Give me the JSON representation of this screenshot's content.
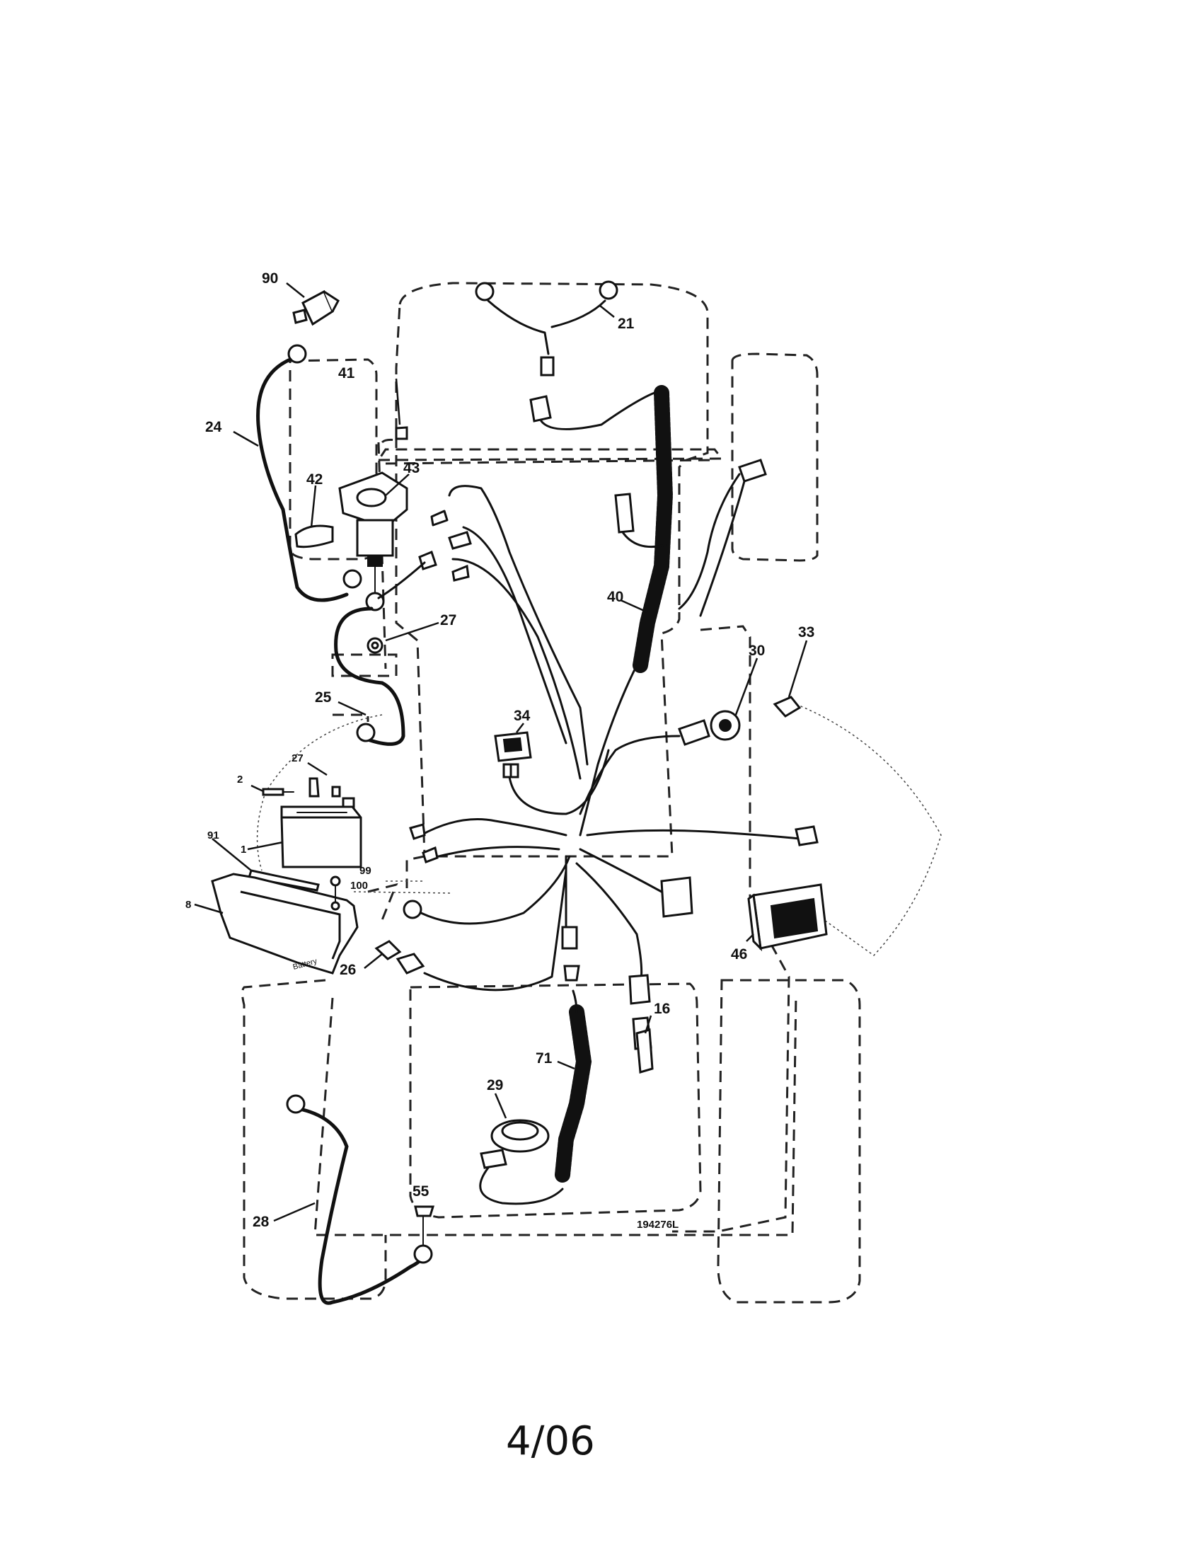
{
  "diagram": {
    "figure_number": "194276L",
    "battery_label": "Battery",
    "page_footer": "4/06",
    "callouts": {
      "c90": "90",
      "c24": "24",
      "c41": "41",
      "c42": "42",
      "c43": "43",
      "c27a": "27",
      "c25": "25",
      "c2": "2",
      "c27b": "27",
      "c1": "1",
      "c91": "91",
      "c99": "99",
      "c100": "100",
      "c8": "8",
      "c26": "26",
      "c28": "28",
      "c55": "55",
      "c21": "21",
      "c40": "40",
      "c34": "34",
      "c30": "30",
      "c33": "33",
      "c46": "46",
      "c16": "16",
      "c71": "71",
      "c29": "29"
    }
  }
}
